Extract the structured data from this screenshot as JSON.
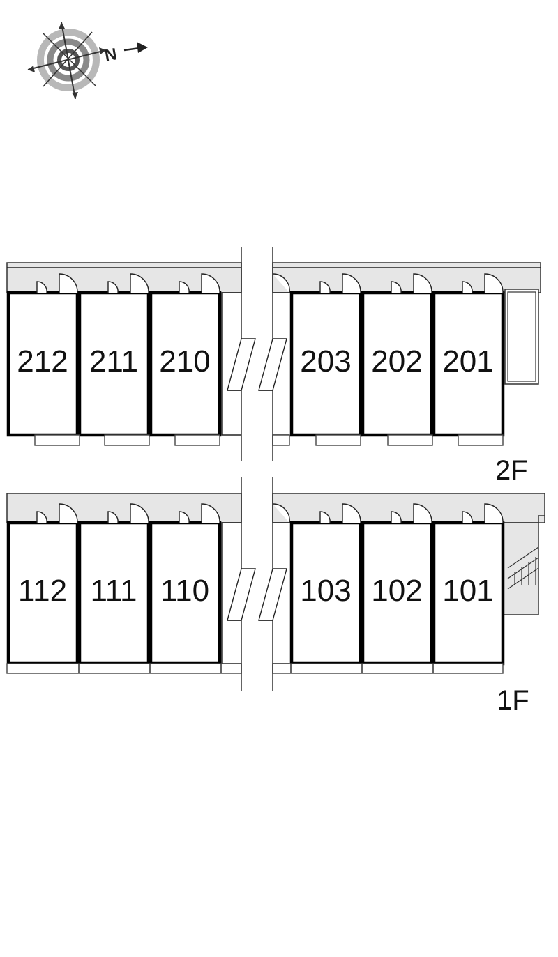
{
  "compass": {
    "north_letter": "N"
  },
  "floors": [
    {
      "label": "2F",
      "units": [
        "212",
        "211",
        "210",
        "203",
        "202",
        "201"
      ]
    },
    {
      "label": "1F",
      "units": [
        "112",
        "111",
        "110",
        "103",
        "102",
        "101"
      ]
    }
  ],
  "colors": {
    "corridor": "#e6e6e6",
    "walls": "#000000",
    "background": "#ffffff"
  }
}
